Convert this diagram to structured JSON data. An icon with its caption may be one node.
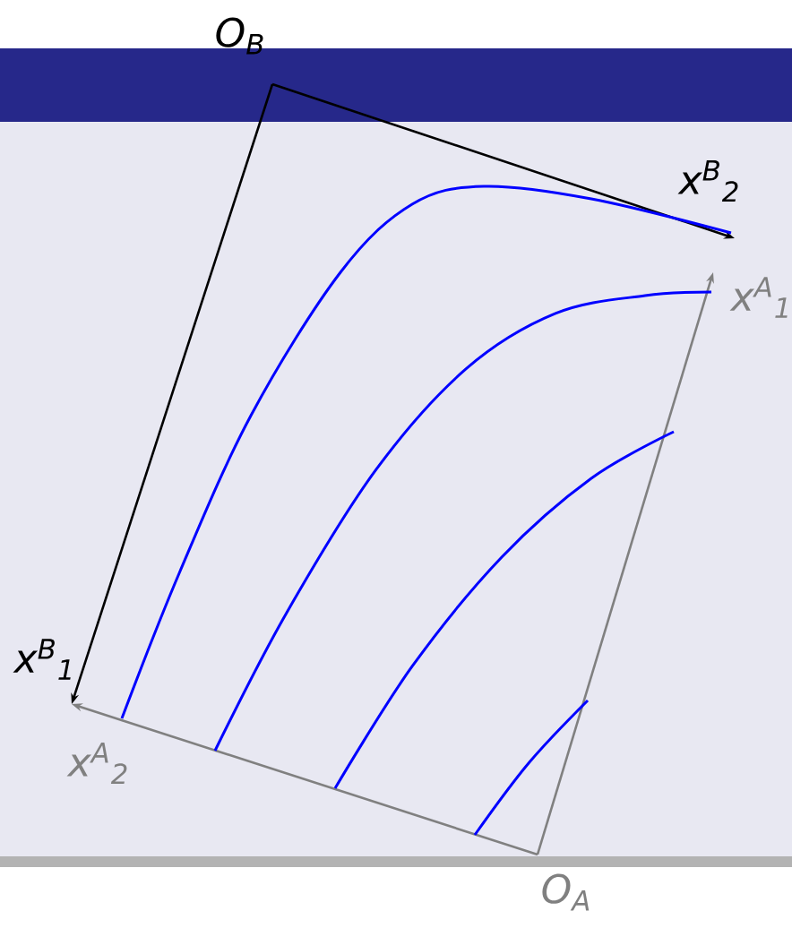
{
  "diagram": {
    "labels": [
      "O$_{B}$",
      "x$^{B}$$_{2}$",
      "x$^{A}$$_{1}$",
      "x$^{B}$$_{1}$",
      "x$^{A}$$_{2}$",
      "O$_{A}$"
    ]
  }
}
